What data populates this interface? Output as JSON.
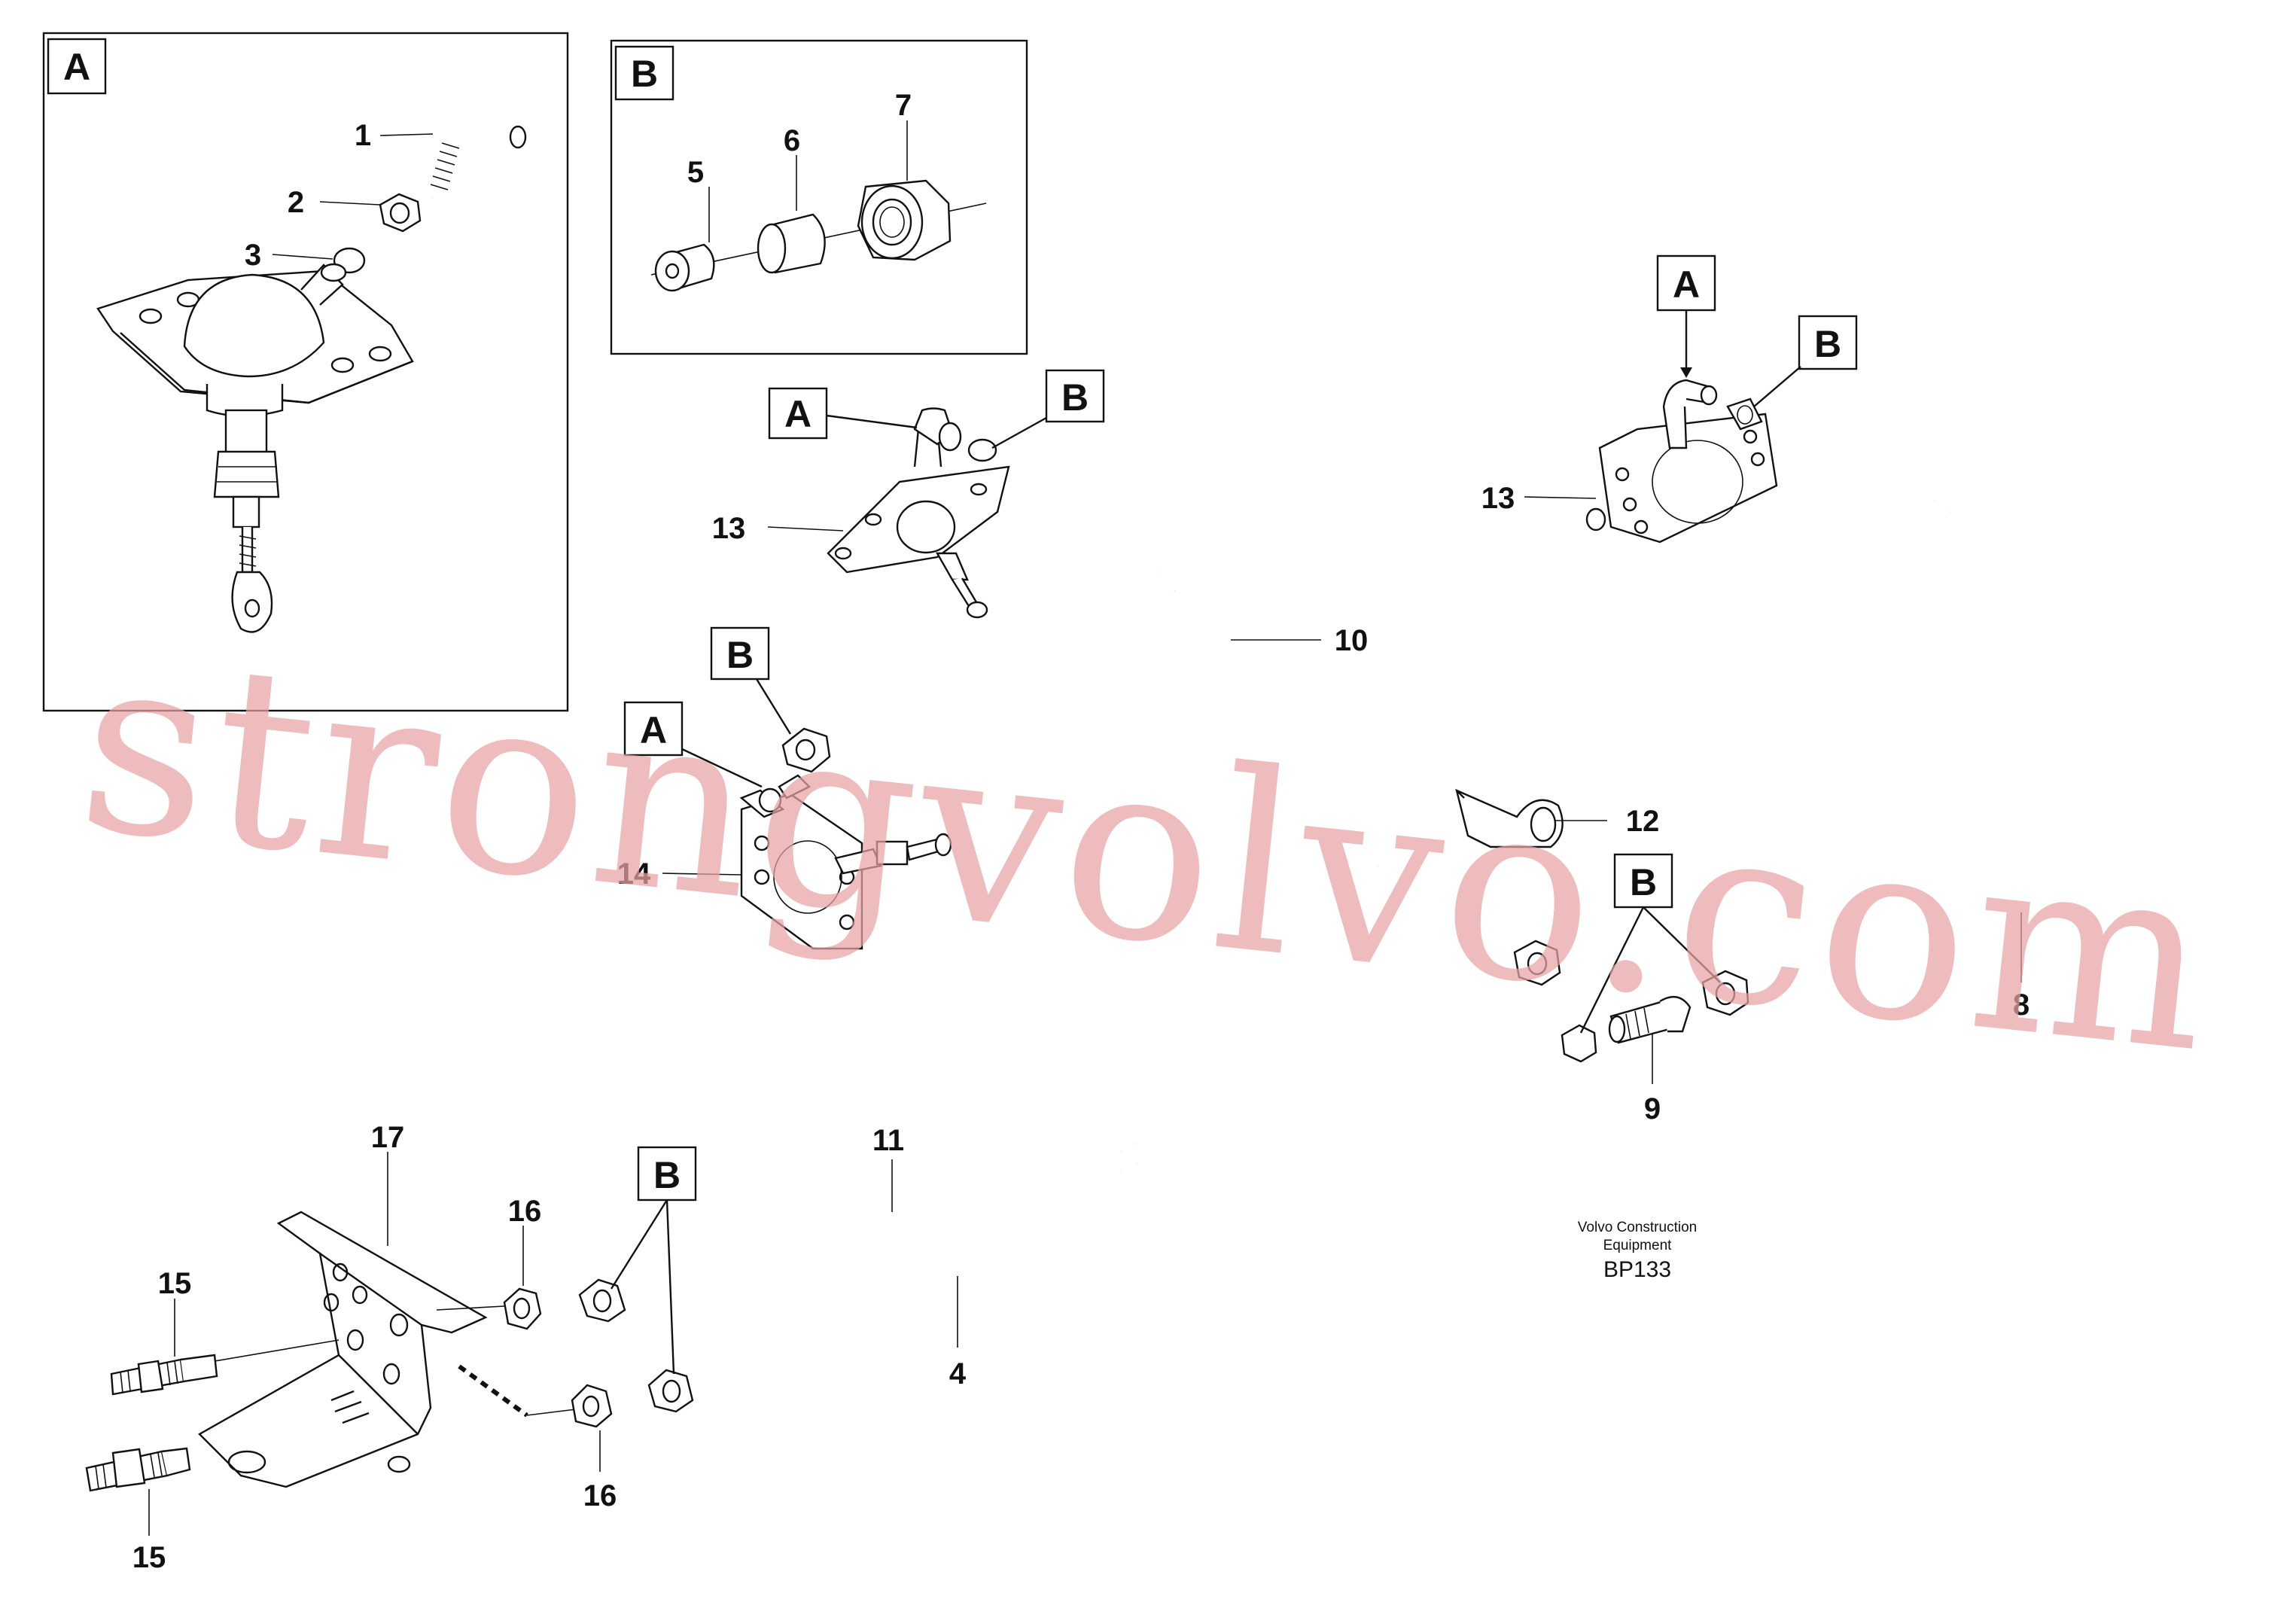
{
  "callouts": {
    "c1": "1",
    "c2": "2",
    "c3": "3",
    "c4": "4",
    "c5": "5",
    "c6": "6",
    "c7": "7",
    "c8": "8",
    "c9": "9",
    "c10": "10",
    "c11": "11",
    "c12": "12",
    "c13a": "13",
    "c13b": "13",
    "c14": "14",
    "c15a": "15",
    "c15b": "15",
    "c16a": "16",
    "c16b": "16",
    "c17": "17"
  },
  "detail_refs": {
    "detail_a": "A",
    "detail_b": "B"
  },
  "labels": {
    "a_upper_center": "A",
    "b_upper_center": "B",
    "a_upper_right": "A",
    "b_upper_right": "B",
    "a_middle": "A",
    "b_middle": "B",
    "b_lower_left": "B",
    "b_lower_right": "B"
  },
  "credit": {
    "line1": "Volvo Construction",
    "line2": "Equipment",
    "code": "BP133"
  },
  "watermark": "strongvolvo.com",
  "colors": {
    "ink": "#111111",
    "watermark": "#e8a3a3",
    "background": "#ffffff"
  }
}
